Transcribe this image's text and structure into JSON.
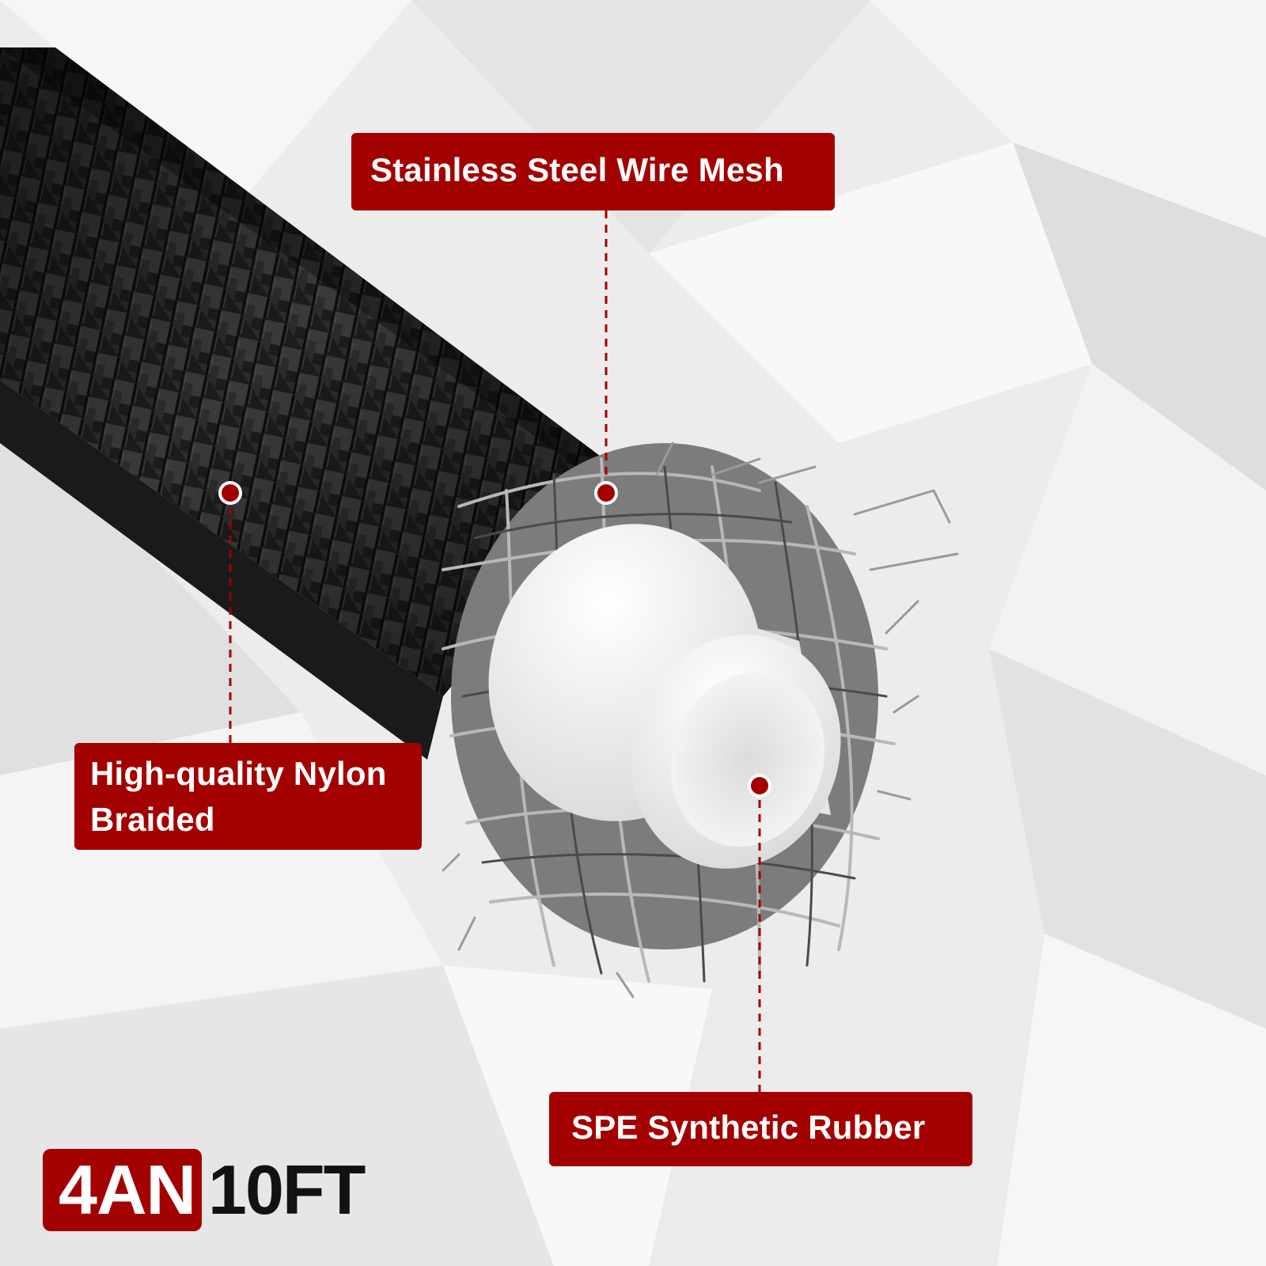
{
  "theme": {
    "accent": "#a30000",
    "dot": "#a30000",
    "background": "#ececec",
    "hose": "#1c1c1c",
    "liner": "#f4f4f4",
    "wire": "#8e8e8e"
  },
  "image": {
    "subject": "braided-hose-cutaway-photo"
  },
  "callouts": {
    "stainless_mesh": "Stainless Steel Wire Mesh",
    "nylon_line1": "High-quality Nylon",
    "nylon_line2": "Braided",
    "rubber": "SPE Synthetic Rubber"
  },
  "spec": {
    "size": "4AN",
    "length": "10FT"
  }
}
